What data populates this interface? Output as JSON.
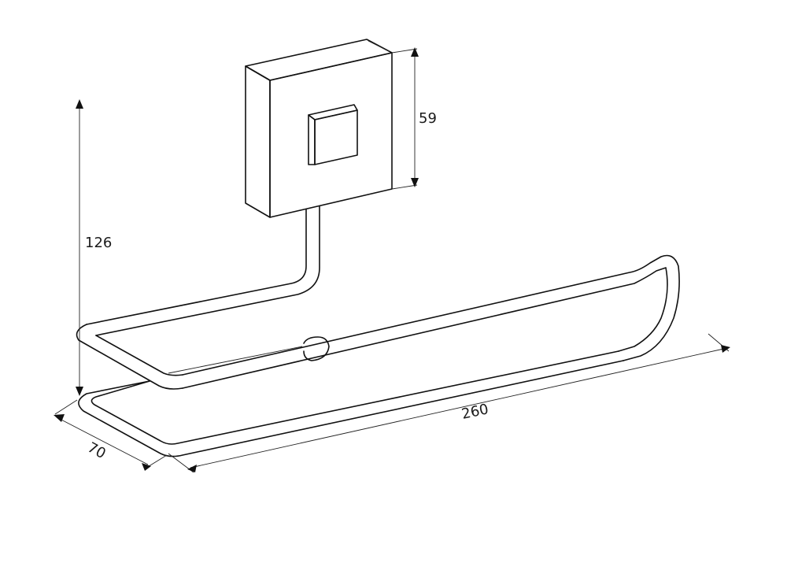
{
  "drawing": {
    "subject": "towel-holder-technical-drawing",
    "dimensions": {
      "height_total": "126",
      "plate_height": "59",
      "length": "260",
      "depth": "70"
    },
    "colors": {
      "line": "#111111",
      "background": "#ffffff"
    }
  }
}
